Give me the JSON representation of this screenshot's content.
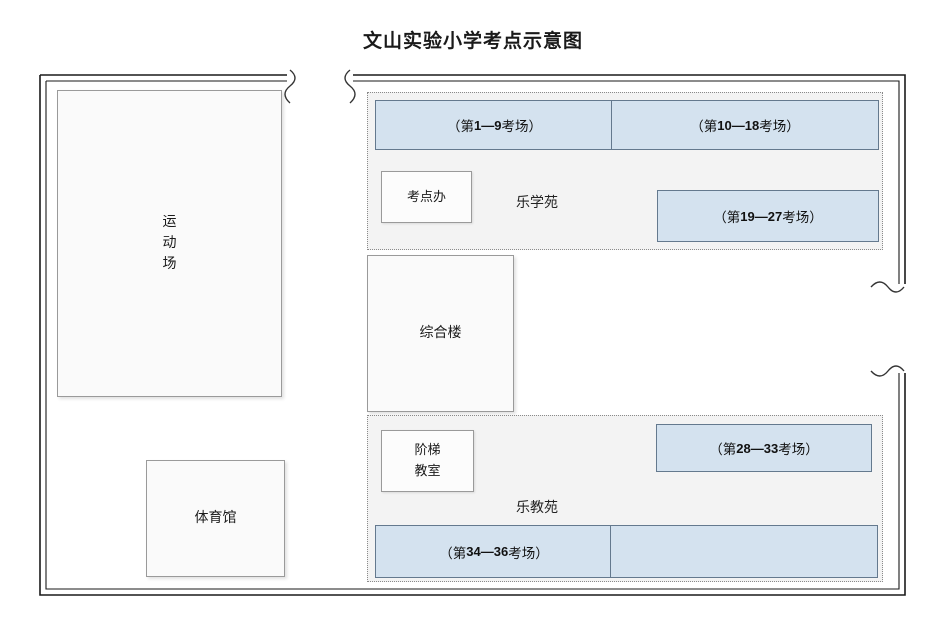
{
  "title": "文山实验小学考点示意图",
  "map": {
    "sports_field": "运\n动\n场",
    "gymnasium": "体育馆",
    "complex_building": "综合楼",
    "exam_office": "考点办",
    "lecture_hall": "阶梯\n教室",
    "zone_top_label": "乐学苑",
    "zone_bottom_label": "乐教苑",
    "rooms": {
      "r1": {
        "prefix": "（第",
        "range": "1—9",
        "suffix": "考场）"
      },
      "r2": {
        "prefix": "（第",
        "range": "10—18",
        "suffix": "考场）"
      },
      "r3": {
        "prefix": "（第",
        "range": "19—27",
        "suffix": "考场）"
      },
      "r4": {
        "prefix": "（第",
        "range": "28—33",
        "suffix": "考场）"
      },
      "r5": {
        "prefix": "（第",
        "range": "34—36",
        "suffix": "考场）"
      }
    }
  },
  "colors": {
    "room_fill": "#d4e2ef",
    "room_border": "#64798e",
    "zone_fill": "#f3f3f3",
    "building_fill": "#fafafa",
    "wall_stroke": "#1a1a1a"
  }
}
